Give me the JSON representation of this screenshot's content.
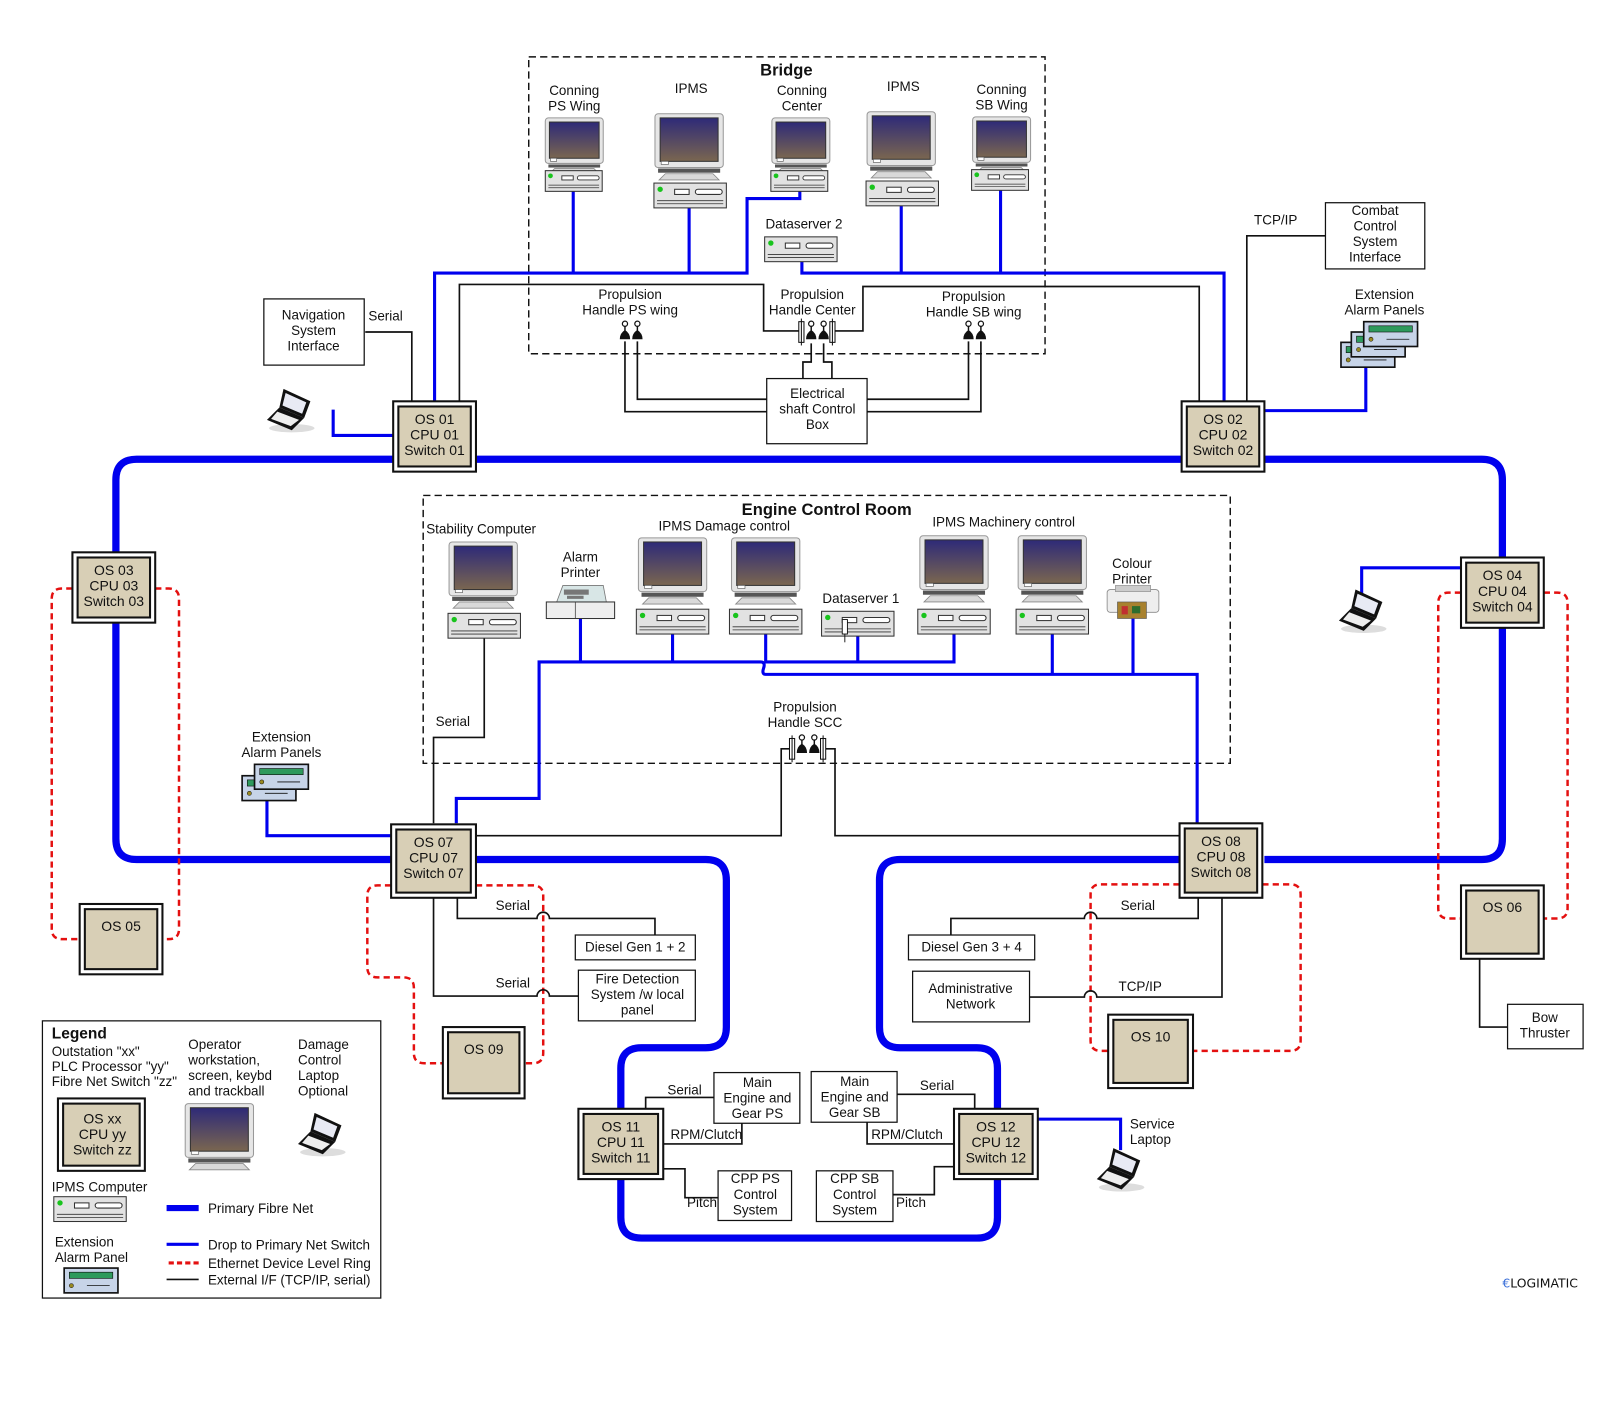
{
  "zones": {
    "bridge": {
      "title": "Bridge"
    },
    "ecr": {
      "title": "Engine Control Room"
    }
  },
  "bridge": {
    "workstations": [
      {
        "label": [
          "Conning",
          "PS Wing"
        ]
      },
      {
        "label": [
          "IPMS"
        ]
      },
      {
        "label": [
          "Conning",
          "Center"
        ]
      },
      {
        "label": [
          "IPMS"
        ]
      },
      {
        "label": [
          "Conning",
          "SB Wing"
        ]
      }
    ],
    "dataserver": "Dataserver 2",
    "propulsion": [
      {
        "label": [
          "Propulsion",
          "Handle PS wing"
        ]
      },
      {
        "label": [
          "Propulsion",
          "Handle Center"
        ]
      },
      {
        "label": [
          "Propulsion",
          "Handle SB wing"
        ]
      }
    ],
    "shaft_box": [
      "Electrical",
      "shaft Control",
      "Box"
    ]
  },
  "ecr": {
    "stability": "Stability Computer",
    "alarm_printer": [
      "Alarm",
      "Printer"
    ],
    "damage_control": "IPMS Damage control",
    "dataserver": "Dataserver 1",
    "machinery_control": "IPMS Machinery control",
    "colour_printer": [
      "Colour",
      "Printer"
    ],
    "propulsion_scc": [
      "Propulsion",
      "Handle SCC"
    ],
    "serial_label": "Serial"
  },
  "interfaces": {
    "nav": [
      "Navigation",
      "System",
      "Interface"
    ],
    "nav_link": "Serial",
    "combat": [
      "Combat",
      "Control",
      "System",
      "Interface"
    ],
    "combat_link": "TCP/IP",
    "ext_alarm_top": [
      "Extension",
      "Alarm Panels"
    ],
    "ext_alarm_left": [
      "Extension",
      "Alarm Panels"
    ],
    "diesel12": "Diesel Gen 1 + 2",
    "diesel12_link": "Serial",
    "fire": [
      "Fire Detection",
      "System /w local",
      "panel"
    ],
    "fire_link": "Serial",
    "diesel34": "Diesel Gen 3 + 4",
    "diesel34_link": "Serial",
    "admin": [
      "Administrative",
      "Network"
    ],
    "admin_link": "TCP/IP",
    "bow": [
      "Bow",
      "Thruster"
    ],
    "me_ps": [
      "Main",
      "Engine and",
      "Gear  PS"
    ],
    "me_ps_serial": "Serial",
    "me_ps_rpm": "RPM/Clutch",
    "me_sb": [
      "Main",
      "Engine and",
      "Gear  SB"
    ],
    "me_sb_serial": "Serial",
    "me_sb_rpm": "RPM/Clutch",
    "cpp_ps": [
      "CPP  PS",
      "Control",
      "System"
    ],
    "cpp_ps_link": "Pitch",
    "cpp_sb": [
      "CPP SB",
      "Control",
      "System"
    ],
    "cpp_sb_link": "Pitch",
    "service_laptop": [
      "Service",
      "Laptop"
    ]
  },
  "outstations": [
    {
      "id": "os01",
      "lines": [
        "OS 01",
        "CPU 01",
        "Switch 01"
      ]
    },
    {
      "id": "os02",
      "lines": [
        "OS 02",
        "CPU 02",
        "Switch 02"
      ]
    },
    {
      "id": "os03",
      "lines": [
        "OS 03",
        "CPU 03",
        "Switch 03"
      ]
    },
    {
      "id": "os04",
      "lines": [
        "OS 04",
        "CPU 04",
        "Switch 04"
      ]
    },
    {
      "id": "os05",
      "lines": [
        "OS 05"
      ]
    },
    {
      "id": "os06",
      "lines": [
        "OS 06"
      ]
    },
    {
      "id": "os07",
      "lines": [
        "OS 07",
        "CPU 07",
        "Switch 07"
      ]
    },
    {
      "id": "os08",
      "lines": [
        "OS 08",
        "CPU 08",
        "Switch 08"
      ]
    },
    {
      "id": "os09",
      "lines": [
        "OS 09"
      ]
    },
    {
      "id": "os10",
      "lines": [
        "OS 10"
      ]
    },
    {
      "id": "os11",
      "lines": [
        "OS 11",
        "CPU 11",
        "Switch 11"
      ]
    },
    {
      "id": "os12",
      "lines": [
        "OS 12",
        "CPU 12",
        "Switch 12"
      ]
    }
  ],
  "legend": {
    "title": "Legend",
    "outstation_desc": [
      "Outstation \"xx\"",
      "PLC Processor \"yy\"",
      "Fibre Net Switch \"zz\""
    ],
    "os_sample": [
      "OS xx",
      "CPU yy",
      "Switch zz"
    ],
    "operator_desc": [
      "Operator",
      "workstation,",
      "screen, keybd",
      "and trackball"
    ],
    "laptop_desc": [
      "Damage",
      "Control",
      "Laptop",
      "Optional"
    ],
    "ipms_computer": "IPMS Computer",
    "ext_alarm": [
      "Extension",
      "Alarm Panel"
    ],
    "lines": [
      {
        "label": "Primary Fibre Net",
        "color": "#0000ee",
        "style": "thick"
      },
      {
        "label": "Drop to Primary Net Switch",
        "color": "#0000ee",
        "style": "thin"
      },
      {
        "label": "Ethernet Device Level Ring",
        "color": "#e41010",
        "style": "dashed"
      },
      {
        "label": "External I/F (TCP/IP, serial)",
        "color": "#111111",
        "style": "thin"
      }
    ]
  },
  "brand": {
    "mark": "€",
    "name": "LOGIMATIC",
    "mark_color": "#3b6fd8"
  },
  "colors": {
    "fibre": "#0000ee",
    "ring": "#e41010",
    "os_fill": "#d8cfb6"
  }
}
